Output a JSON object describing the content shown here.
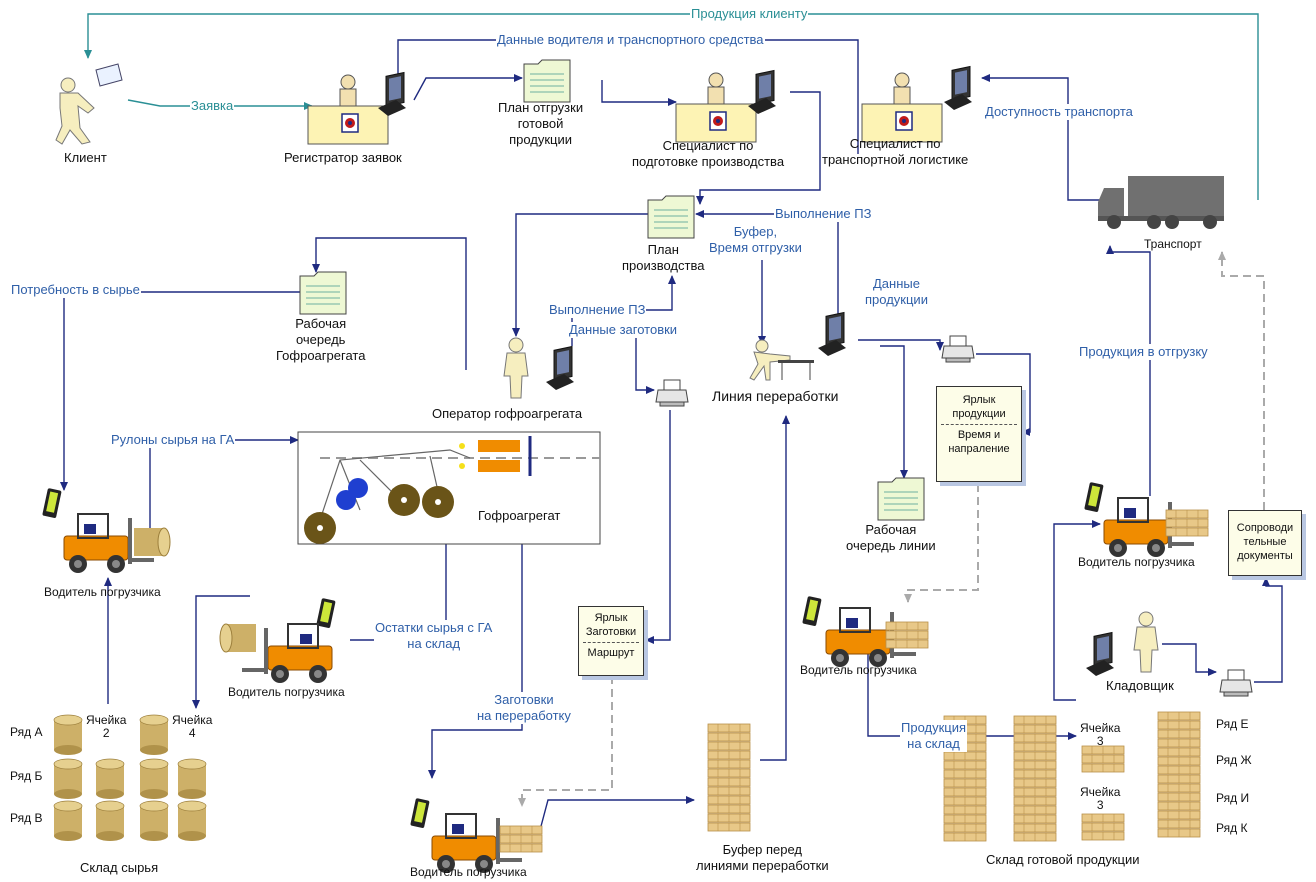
{
  "flows": {
    "product_to_client": "Продукция клиенту",
    "driver_vehicle_data": "Данные водителя и транспортного средства",
    "request": "Заявка",
    "transport_availability": "Доступность транспорта",
    "production_order_execution_top": "Выполнение ПЗ",
    "buffer_time_1": "Буфер,",
    "buffer_time_2": "Время отгрузки",
    "raw_material_need": "Потребность в сырье",
    "production_order_execution_mid": "Выполнение ПЗ",
    "blank_data": "Данные заготовки",
    "product_data_1": "Данные",
    "product_data_2": "продукции",
    "product_to_shipment": "Продукция в отгрузку",
    "rolls_to_ca": "Рулоны сырья на ГА",
    "raw_remains_1": "Остатки сырья с ГА",
    "raw_remains_2": "на склад",
    "blanks_to_processing_1": "Заготовки",
    "blanks_to_processing_2": "на переработку",
    "product_to_warehouse_1": "Продукция",
    "product_to_warehouse_2": "на склад"
  },
  "actors": {
    "client": "Клиент",
    "registrar": "Регистратор заявок",
    "shipment_plan_1": "План отгрузки",
    "shipment_plan_2": "готовой",
    "shipment_plan_3": "продукции",
    "prod_prep_1": "Специалист по",
    "prod_prep_2": "подготовке производства",
    "transport_log_1": "Специалист по",
    "transport_log_2": "транспортной логистике",
    "transport": "Транспорт",
    "prod_plan_1": "План",
    "prod_plan_2": "производства",
    "queue_ca_1": "Рабочая",
    "queue_ca_2": "очередь",
    "queue_ca_3": "Гофроагрегата",
    "ca_operator": "Оператор гофроагрегата",
    "processing_line": "Линия переработки",
    "corrugator": "Гофроагрегат",
    "queue_line_1": "Рабочая",
    "queue_line_2": "очередь линии",
    "forklift_driver_1": "Водитель погрузчика",
    "forklift_driver_2": "Водитель погрузчика",
    "forklift_driver_3": "Водитель погрузчика",
    "forklift_driver_4": "Водитель погрузчика",
    "forklift_driver_5": "Водитель погрузчика",
    "storekeeper": "Кладовщик",
    "buffer_1": "Буфер перед",
    "buffer_2": "линиями переработки",
    "raw_warehouse": "Склад сырья",
    "finished_warehouse": "Склад готовой продукции"
  },
  "tags": {
    "product_label": {
      "line1": "Ярлык",
      "line2": "продукции",
      "line3": "Время и",
      "line4": "напраление"
    },
    "blank_label": {
      "line1": "Ярлык",
      "line2": "Заготовки",
      "line3": "Маршрут"
    },
    "accompanying_docs": {
      "line1": "Сопроводи",
      "line2": "тельные",
      "line3": "документы"
    }
  },
  "raw_warehouse_rows": [
    "Ряд А",
    "Ряд Б",
    "Ряд  В"
  ],
  "raw_cells": {
    "cell2_a": "Ячейка",
    "cell2_b": "2",
    "cell4_a": "Ячейка",
    "cell4_b": "4"
  },
  "finished_rows": [
    "Ряд Е",
    "Ряд Ж",
    "Ряд И",
    "Ряд К"
  ],
  "finished_cells": {
    "c1a": "Ячейка",
    "c1b": "3",
    "c2a": "Ячейка",
    "c2b": "3"
  },
  "colors": {
    "arrow_blue": "#1f2a80",
    "arrow_teal": "#2a8f95",
    "label_blue": "#2f5fa8",
    "forklift_orange": "#f08c00",
    "cylinder": "#cdb068",
    "pallet": "#e8c888"
  }
}
